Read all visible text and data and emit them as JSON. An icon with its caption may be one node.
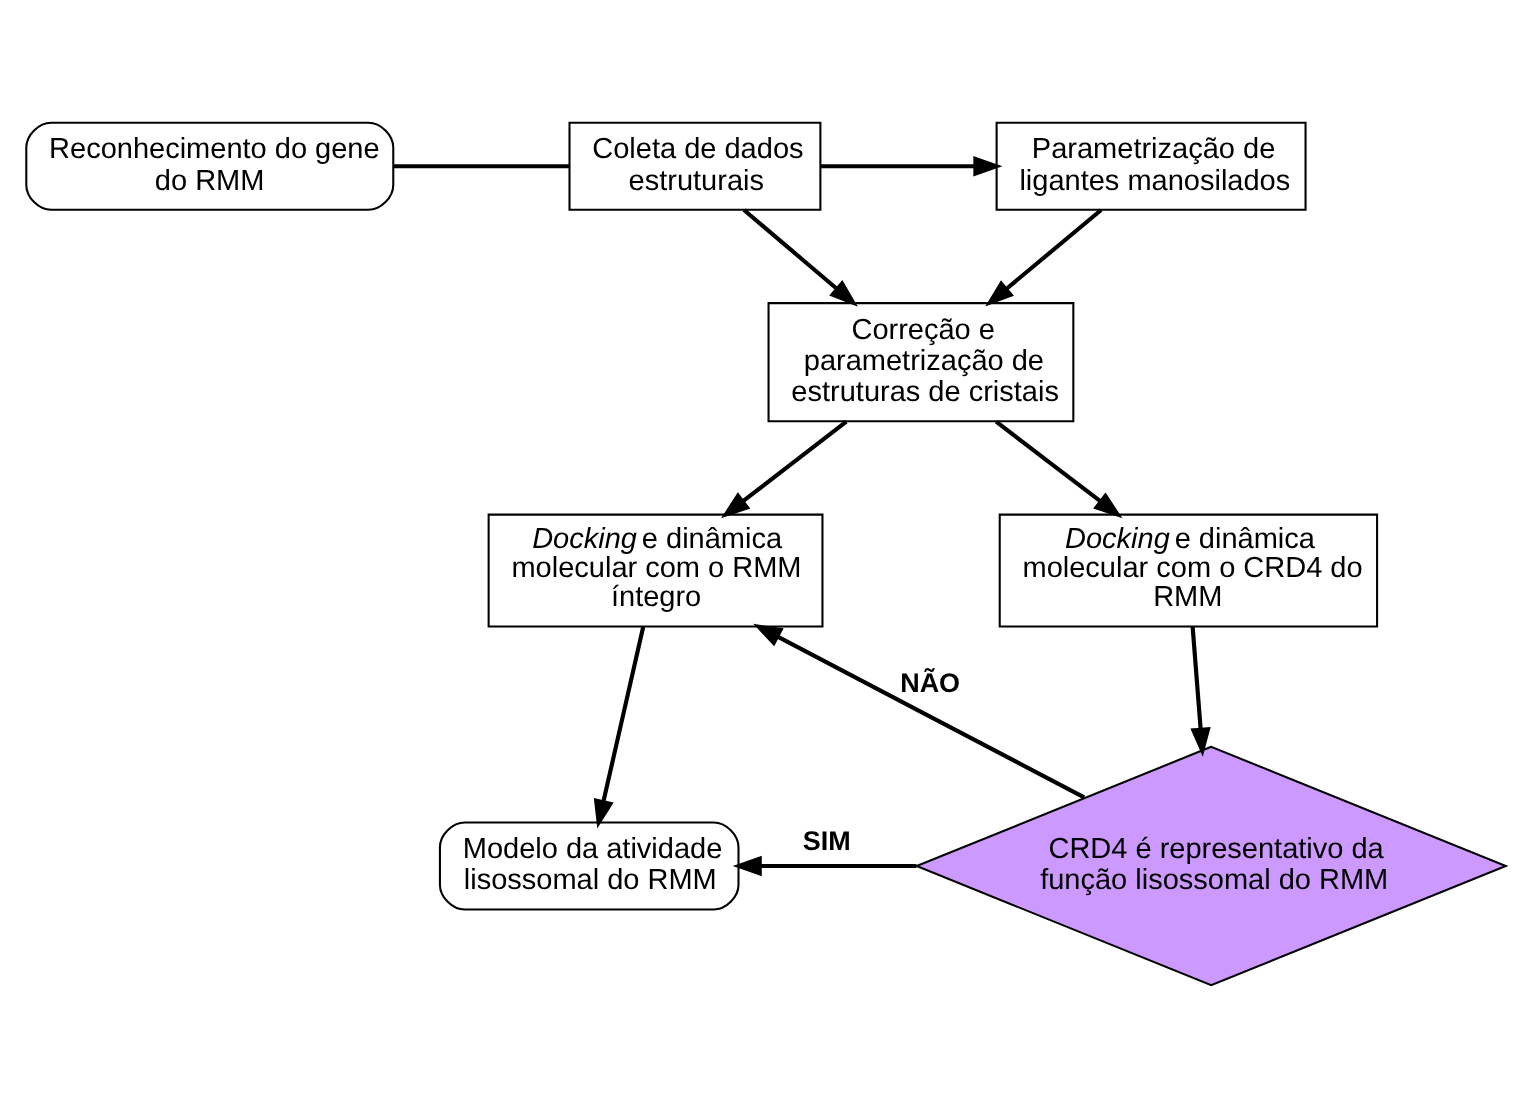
{
  "diagram": {
    "nodes": [
      {
        "text": [
          "Reconhecimento do gene do RMM"
        ]
      },
      {
        "text": [
          "Coleta de dados estruturais"
        ]
      },
      {
        "text": [
          "Parametrização de ligantes manosilados"
        ]
      },
      {
        "text": [
          "Correção e parametrização de estruturas de cristais"
        ]
      },
      {
        "text": [
          "*Docking* e dinâmica molecular com o RMM íntegro"
        ]
      },
      {
        "text": [
          "*Docking* e dinâmica molecular com o CRD4 do RMM"
        ]
      },
      {
        "text": [
          "Modelo da atividade lisossomal do RMM"
        ]
      },
      {
        "text": [
          "CRD4 é representativo da função lisossomal do RMM"
        ]
      }
    ],
    "edges": [
      {
        "from": 0,
        "to": 1,
        "arrow": "none"
      },
      {
        "from": 1,
        "to": 2,
        "arrow": "to"
      },
      {
        "from": 1,
        "to": 3,
        "arrow": "to"
      },
      {
        "from": 2,
        "to": 3,
        "arrow": "to"
      },
      {
        "from": 3,
        "to": 4,
        "arrow": "to"
      },
      {
        "from": 3,
        "to": 5,
        "arrow": "to"
      },
      {
        "from": 4,
        "to": 6,
        "arrow": "to"
      },
      {
        "from": 5,
        "to": 7,
        "arrow": "to"
      },
      {
        "from": 7,
        "to": 6,
        "arrow": "to",
        "label": "SIM"
      },
      {
        "from": 7,
        "to": 4,
        "arrow": "to",
        "label": "NÃO"
      }
    ]
  }
}
